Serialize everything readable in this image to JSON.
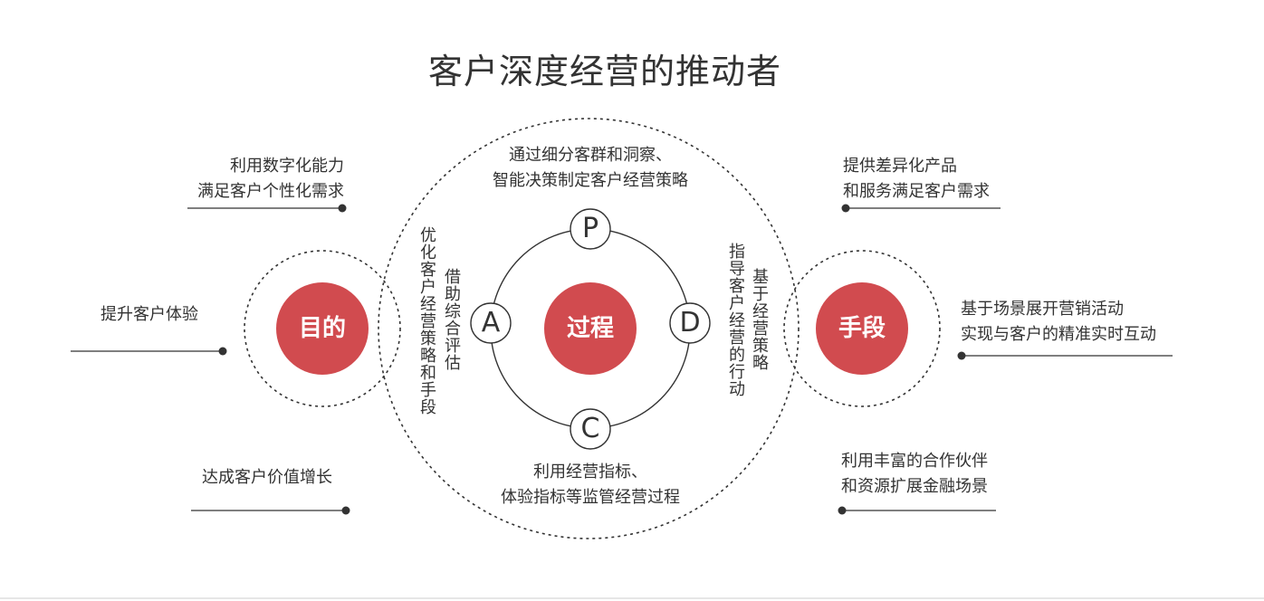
{
  "title": "客户深度经营的推动者",
  "colors": {
    "accent": "#d14b4f",
    "line": "#333333"
  },
  "hubs": {
    "left": "目的",
    "center": "过程",
    "right": "手段"
  },
  "pdca": {
    "p": "P",
    "d": "D",
    "c": "C",
    "a": "A"
  },
  "left_items": {
    "top": [
      "利用数字化能力",
      "满足客户个性化需求"
    ],
    "middle": [
      "提升客户体验"
    ],
    "bottom": [
      "达成客户价值增长"
    ]
  },
  "right_items": {
    "top": [
      "提供差异化产品",
      "和服务满足客户需求"
    ],
    "middle": [
      "基于场景展开营销活动",
      "实现与客户的精准实时互动"
    ],
    "bottom": [
      "利用丰富的合作伙伴",
      "和资源扩展金融场景"
    ]
  },
  "process_items": {
    "top": [
      "通过细分客群和洞察、",
      "智能决策制定客户经营策略"
    ],
    "bottom": [
      "利用经营指标、",
      "体验指标等监管经营过程"
    ],
    "left_outer": "优化客户经营策略和手段",
    "left_inner": "借助综合评估",
    "right_outer": "基于经营策略",
    "right_inner": "指导客户经营的行动"
  }
}
